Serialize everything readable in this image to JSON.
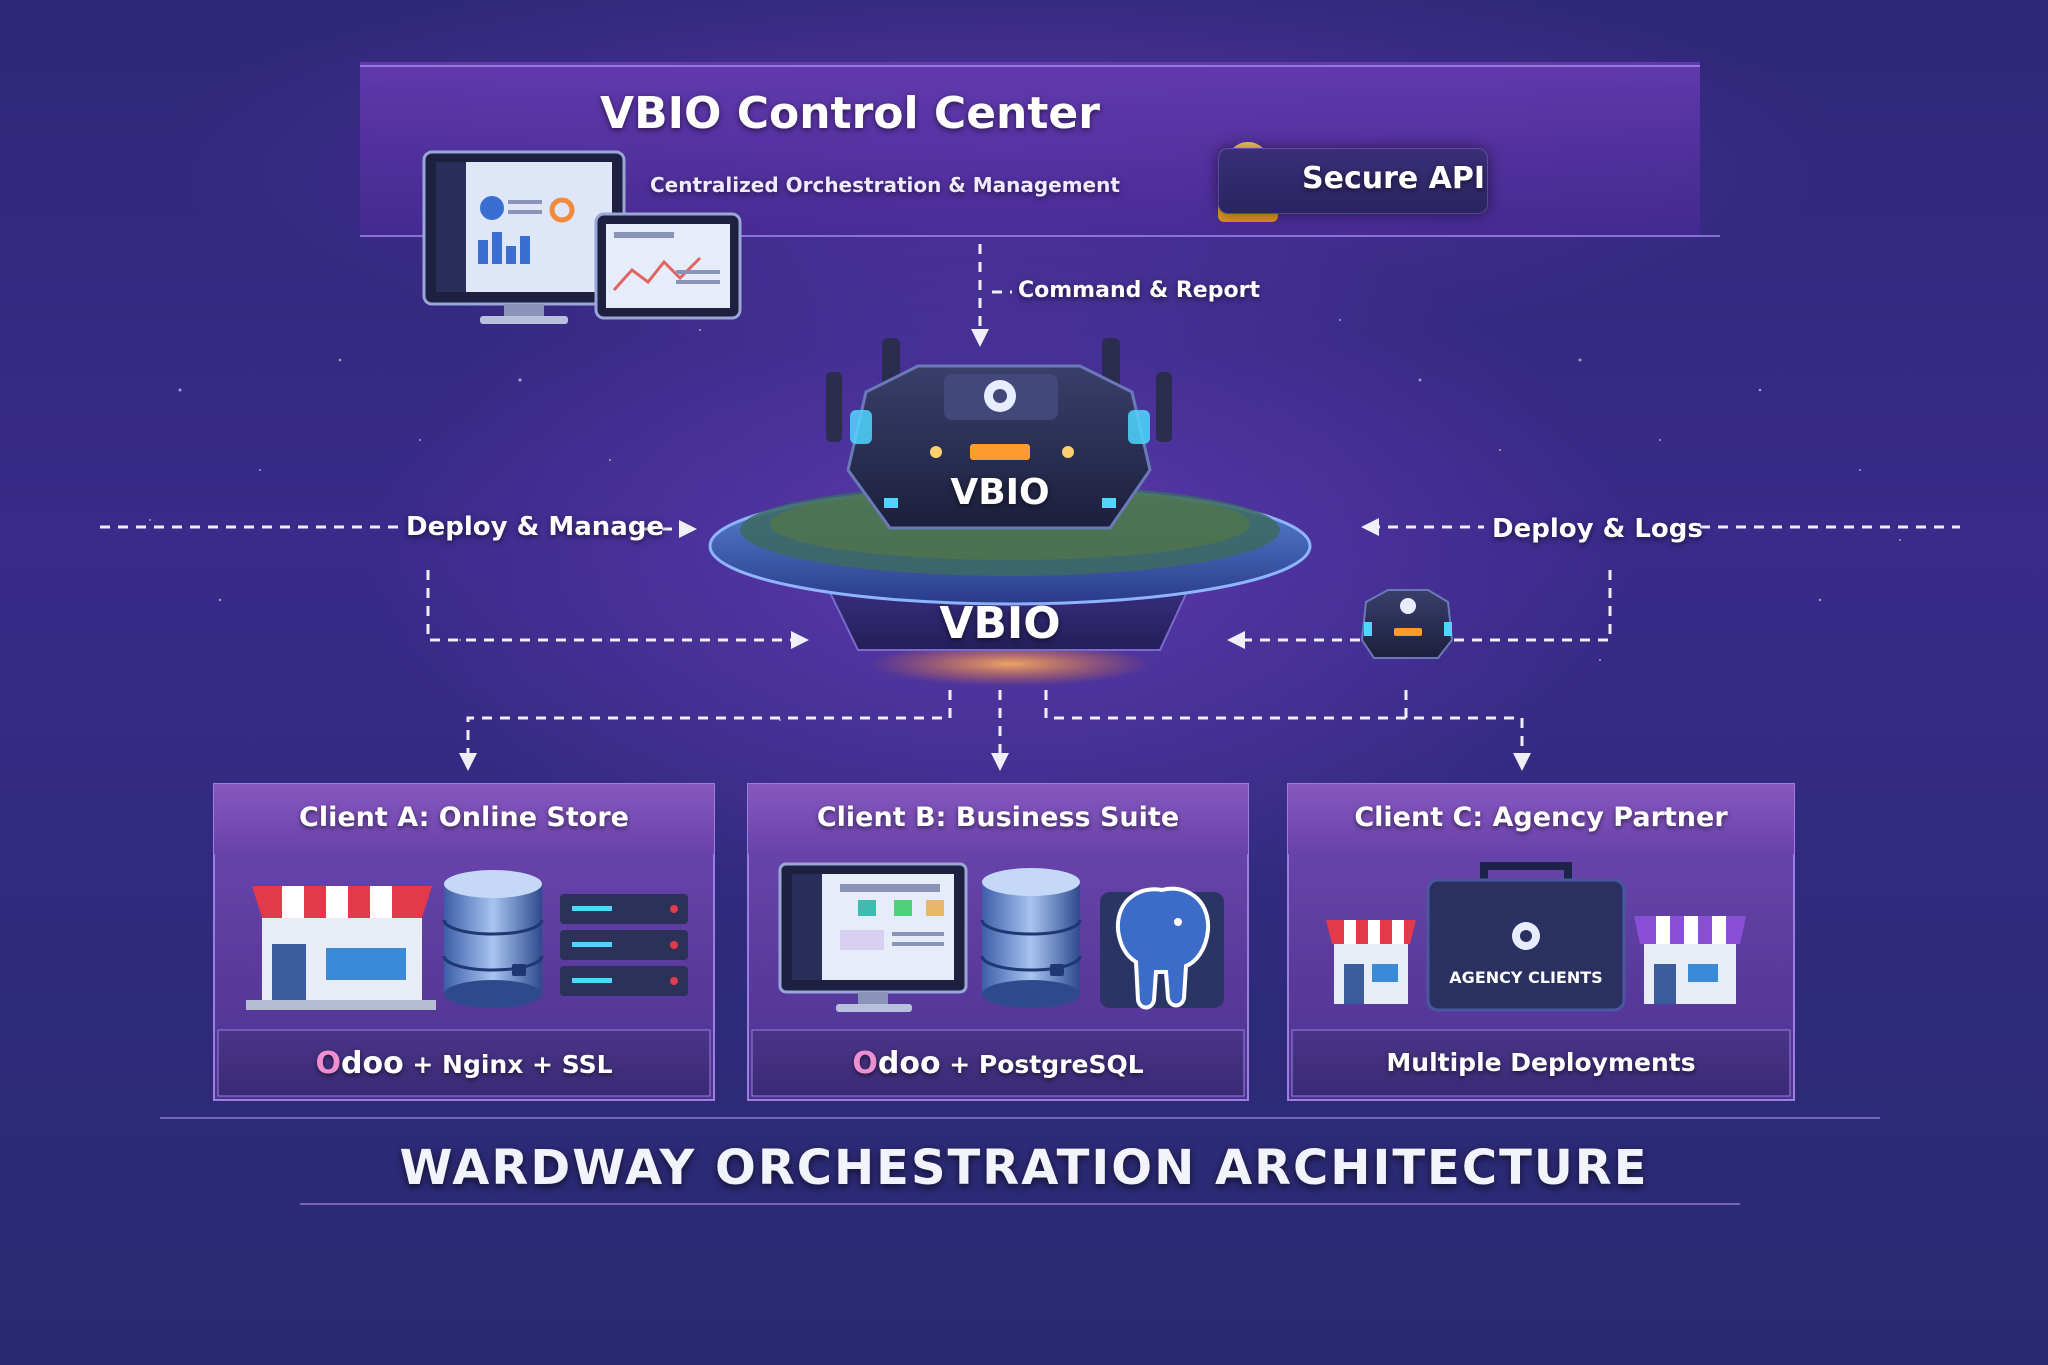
{
  "header": {
    "title": "VBIO Control Center",
    "subtitle": "Centralized Orchestration & Management",
    "secure_api": "Secure API"
  },
  "flows": {
    "command_report": "Command & Report",
    "deploy_manage": "Deploy & Manage",
    "deploy_logs": "Deploy & Logs"
  },
  "hub": {
    "device_label": "VBIO",
    "platform_label": "VBIO"
  },
  "clients": [
    {
      "title": "Client A: Online Store",
      "footer_brand_o": "O",
      "footer_brand_rest": "doo",
      "footer_text": " + Nginx + SSL"
    },
    {
      "title": "Client B: Business Suite",
      "footer_brand_o": "O",
      "footer_brand_rest": "doo",
      "footer_text": " + PostgreSQL"
    },
    {
      "title": "Client C: Agency Partner",
      "footer_text": "Multiple Deployments",
      "box_label": "AGENCY CLIENTS"
    }
  ],
  "footer": {
    "title": "WARDWAY ORCHESTRATION ARCHITECTURE"
  },
  "colors": {
    "background": "#2e2878",
    "card": "#5a3d9a",
    "card_header": "#7a4fae",
    "accent_orange": "#ff9a3c",
    "accent_cyan": "#4fd6ff",
    "lock": "#f3b23a",
    "odoo_o": "#ef8fd0"
  }
}
